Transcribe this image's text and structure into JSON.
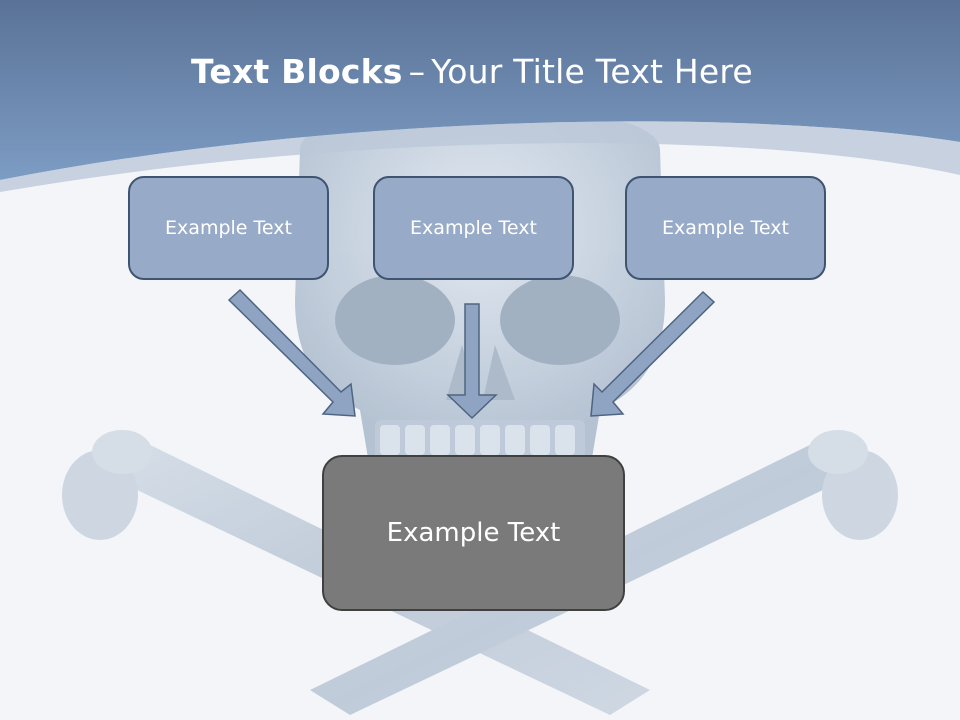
{
  "title": {
    "bold": "Text Blocks",
    "separator": "–",
    "rest": "Your Title Text Here"
  },
  "blocks": [
    {
      "label": "Example Text"
    },
    {
      "label": "Example Text"
    },
    {
      "label": "Example Text"
    }
  ],
  "main_block": {
    "label": "Example Text"
  },
  "colors": {
    "header_blue": "#6f8db5",
    "box_fill": "#97abc8",
    "box_border": "#3f546f",
    "main_fill": "#7a7a7a",
    "arrow_fill": "#8ea4c2"
  },
  "background_image": "skull-and-crossbones"
}
